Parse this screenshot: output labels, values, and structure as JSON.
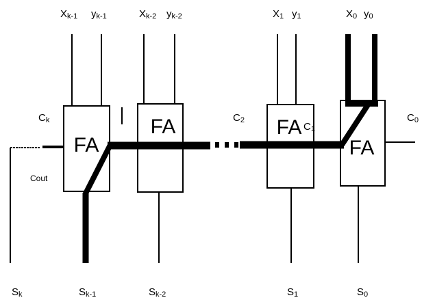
{
  "inputs": [
    {
      "a": {
        "main": "X",
        "sub": "k-1"
      },
      "b": {
        "main": "y",
        "sub": "k-1"
      }
    },
    {
      "a": {
        "main": "X",
        "sub": "k-2"
      },
      "b": {
        "main": "y",
        "sub": "k-2"
      }
    },
    {
      "a": {
        "main": "X",
        "sub": "1"
      },
      "b": {
        "main": "y",
        "sub": "1"
      }
    },
    {
      "a": {
        "main": "X",
        "sub": "0"
      },
      "b": {
        "main": "y",
        "sub": "0"
      }
    }
  ],
  "adders": [
    "FA",
    "FA",
    "FA",
    "FA"
  ],
  "carries": {
    "ck": {
      "main": "C",
      "sub": "k"
    },
    "cout": "Cout",
    "c2": {
      "main": "C",
      "sub": "2"
    },
    "c1": {
      "main": "C",
      "sub": "1"
    },
    "c0": {
      "main": "C",
      "sub": "0"
    }
  },
  "sums": [
    {
      "main": "S",
      "sub": "k"
    },
    {
      "main": "S",
      "sub": "k-1"
    },
    {
      "main": "S",
      "sub": "k-2"
    },
    {
      "main": "S",
      "sub": "1"
    },
    {
      "main": "S",
      "sub": "0"
    }
  ],
  "colors": {
    "line": "#000000",
    "background": "#ffffff",
    "critical_path": "#000000"
  }
}
